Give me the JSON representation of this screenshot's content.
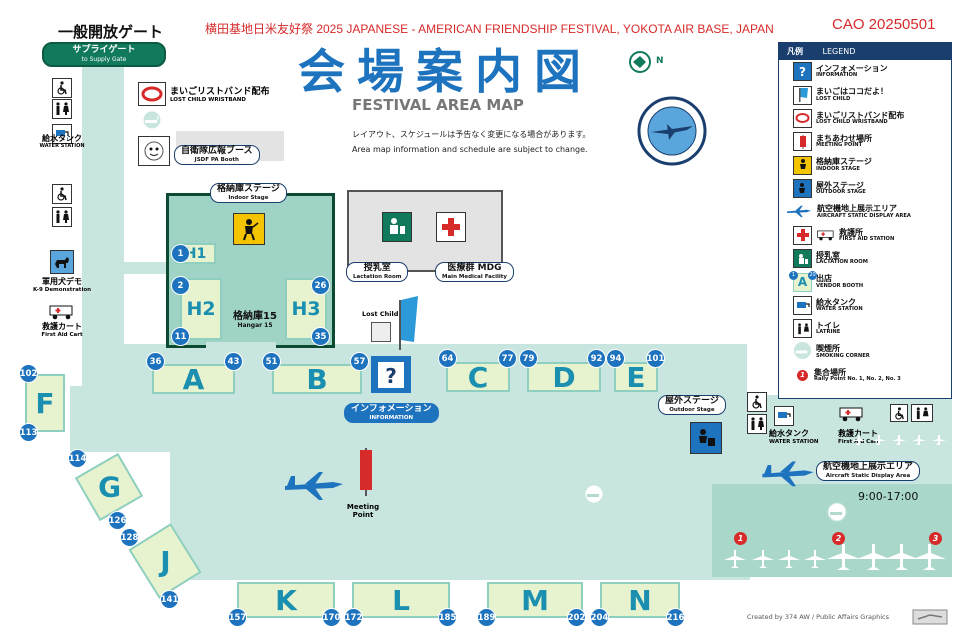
{
  "header": {
    "title_top": "横田基地日米友好祭 2025 JAPANESE - AMERICAN FRIENDSHIP FESTIVAL, YOKOTA AIR BASE, JAPAN",
    "cao": "CAO 20250501",
    "main_title": "会場案内図",
    "sub_title": "FESTIVAL AREA MAP",
    "note_jp": "レイアウト、スケジュールは予告なく変更になる場合があります。",
    "note_en": "Area map information and schedule are subject to change.",
    "north": "N"
  },
  "gate": {
    "title": "一般開放ゲート",
    "jp": "サプライゲート",
    "en": "to Supply Gate"
  },
  "left_icons": {
    "water_jp": "給水タンク",
    "water_en": "WATER STATION",
    "k9_jp": "軍用犬デモ",
    "k9_en": "K-9 Demonstration",
    "cart_jp": "救護カート",
    "cart_en": "First Aid Cart"
  },
  "map_labels": {
    "wristband_jp": "まいごリストバンド配布",
    "wristband_en": "LOST CHILD WRISTBAND",
    "jsdf_jp": "自衛隊広報ブース",
    "jsdf_en": "JSDF PA Booth",
    "indoor_jp": "格納庫ステージ",
    "indoor_en": "Indoor Stage",
    "hangar_jp": "格納庫15",
    "hangar_en": "Hangar 15",
    "lactation_jp": "授乳室",
    "lactation_en": "Lactation Room",
    "medical_jp": "医療群 MDG",
    "medical_en": "Main Medical Facility",
    "lost_child": "Lost Child",
    "info_jp": "インフォメーション",
    "info_en": "INFORMATION",
    "meeting": "Meeting Point",
    "outdoor_jp": "屋外ステージ",
    "outdoor_en": "Outdoor Stage",
    "water_jp": "給水タンク",
    "water_en": "WATER STATION",
    "cart_jp": "救護カート",
    "cart_en": "First Aid Cart",
    "aircraft_jp": "航空機地上展示エリア",
    "aircraft_en": "Aircraft Static Display Area",
    "hours": "9:00-17:00",
    "credit": "Created by 374 AW / Public Affairs Graphics"
  },
  "hangar_zones": [
    {
      "label": "H1",
      "n1": "1"
    },
    {
      "label": "H2",
      "n1": "2",
      "n2": "11"
    },
    {
      "label": "H3",
      "n1": "26",
      "n2": "35"
    }
  ],
  "booths": [
    {
      "letter": "A",
      "start": "36",
      "end": "43"
    },
    {
      "letter": "B",
      "start": "51",
      "end": "57"
    },
    {
      "letter": "C",
      "start": "64",
      "end": "77"
    },
    {
      "letter": "D",
      "start": "79",
      "end": "92"
    },
    {
      "letter": "E",
      "start": "94",
      "end": "101"
    },
    {
      "letter": "F",
      "start": "102",
      "end": "113"
    },
    {
      "letter": "G",
      "start": "114",
      "end": "126"
    },
    {
      "letter": "J",
      "start": "128",
      "end": "141"
    },
    {
      "letter": "K",
      "start": "157",
      "end": "170"
    },
    {
      "letter": "L",
      "start": "172",
      "end": "185"
    },
    {
      "letter": "M",
      "start": "189",
      "end": "202"
    },
    {
      "letter": "N",
      "start": "204",
      "end": "216"
    }
  ],
  "rally": [
    "1",
    "2",
    "3"
  ],
  "legend": {
    "head_jp": "凡例",
    "head_en": "LEGEND",
    "items": [
      {
        "jp": "インフォメーション",
        "en": "INFORMATION"
      },
      {
        "jp": "まいごはココだよ！",
        "en": "LOST CHILD"
      },
      {
        "jp": "まいごリストバンド配布",
        "en": "LOST CHILD WRISTBAND"
      },
      {
        "jp": "まちあわせ場所",
        "en": "MEETING POINT"
      },
      {
        "jp": "格納庫ステージ",
        "en": "INDOOR STAGE"
      },
      {
        "jp": "屋外ステージ",
        "en": "OUTDOOR STAGE"
      },
      {
        "jp": "航空機地上展示エリア",
        "en": "AIRCRAFT STATIC DISPLAY AREA"
      },
      {
        "jp": "救護所",
        "en": "FIRST AID STATION"
      },
      {
        "jp": "授乳室",
        "en": "LACTATION ROOM"
      },
      {
        "jp": "出店",
        "en": "VENDOR BOOTH",
        "icon_text": "A",
        "num1": "1",
        "num2": "20"
      },
      {
        "jp": "給水タンク",
        "en": "WATER STATION"
      },
      {
        "jp": "トイレ",
        "en": "LATRINE"
      },
      {
        "jp": "喫煙所",
        "en": "SMOKING CORNER"
      },
      {
        "jp": "集合場所",
        "en": "Rally Point No. 1, No. 2, No. 3",
        "icon_text": "1"
      }
    ]
  },
  "colors": {
    "road": "#c8e6df",
    "hangar": "#9fd3c5",
    "booth": "#e7f3cf",
    "blue": "#1e73be",
    "navy": "#1a3e6e",
    "red": "#d72a2a"
  }
}
